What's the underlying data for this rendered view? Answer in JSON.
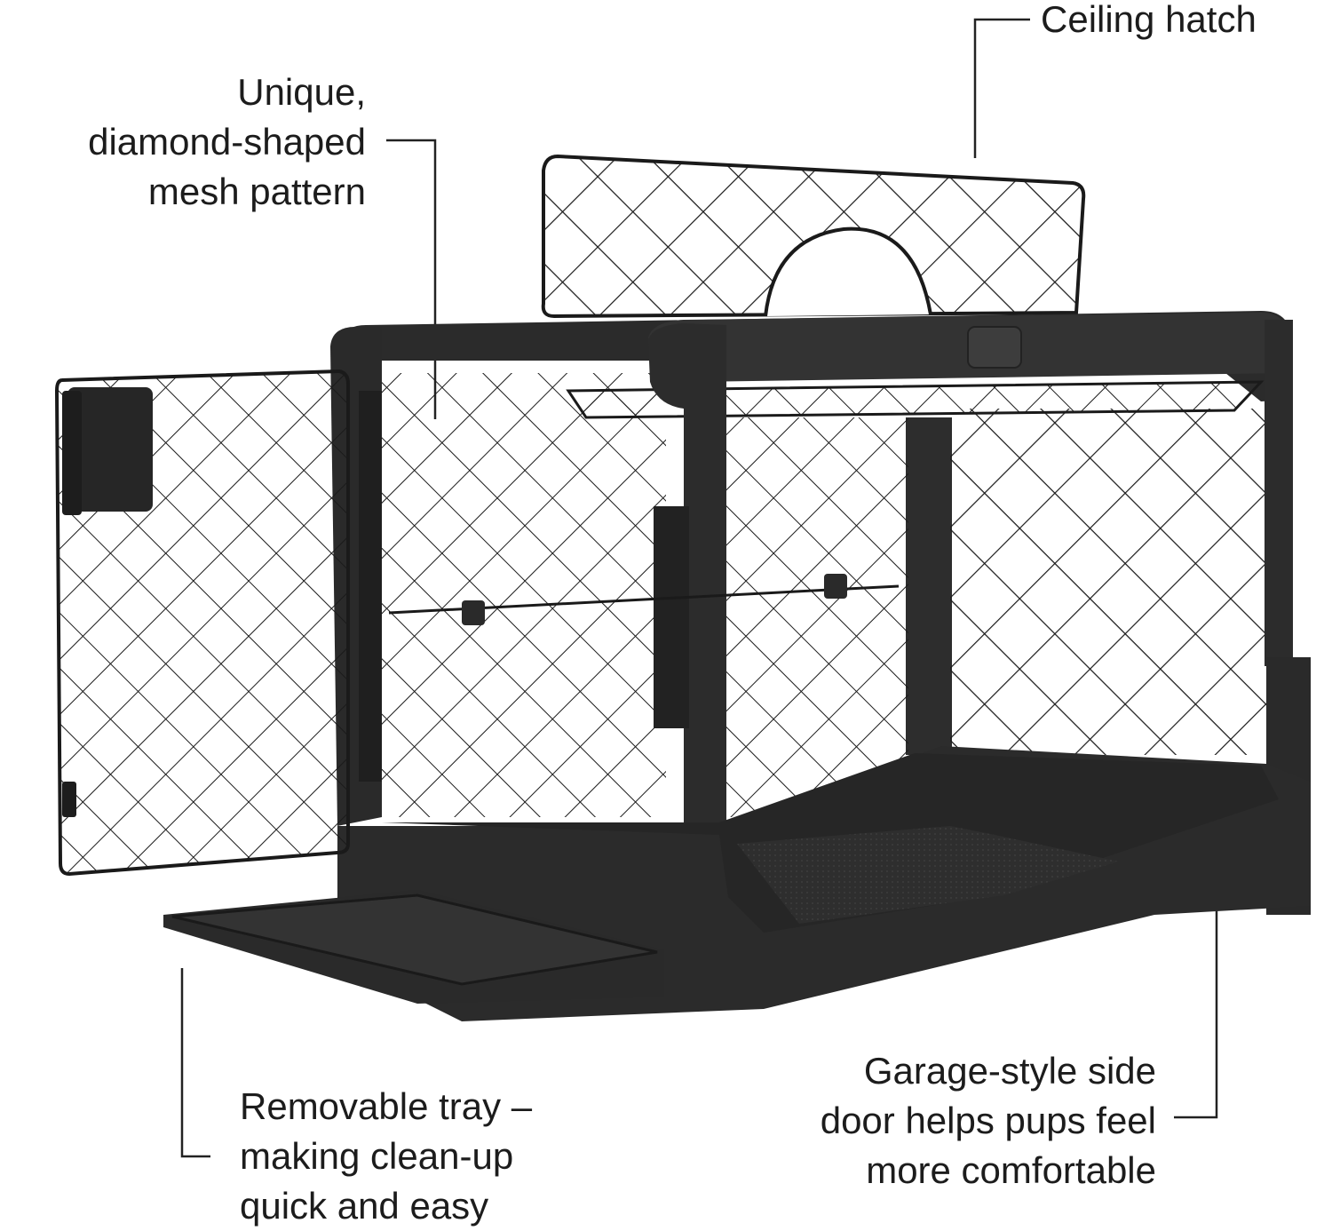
{
  "callouts": {
    "ceiling_hatch": {
      "lines": [
        "Ceiling hatch"
      ]
    },
    "mesh_pattern": {
      "lines": [
        "Unique,",
        "diamond-shaped",
        "mesh pattern"
      ]
    },
    "removable_tray": {
      "lines": [
        "Removable tray –",
        "making clean-up",
        "quick and easy"
      ]
    },
    "side_door": {
      "lines": [
        "Garage-style side",
        "door helps pups feel",
        "more comfortable"
      ]
    }
  },
  "colors": {
    "frame": "#2b2b2b",
    "frame_light": "#3a3a3a",
    "wire": "#1a1a1a",
    "leader": "#222222",
    "background": "#ffffff"
  },
  "product_image": "dog-crate-illustration"
}
